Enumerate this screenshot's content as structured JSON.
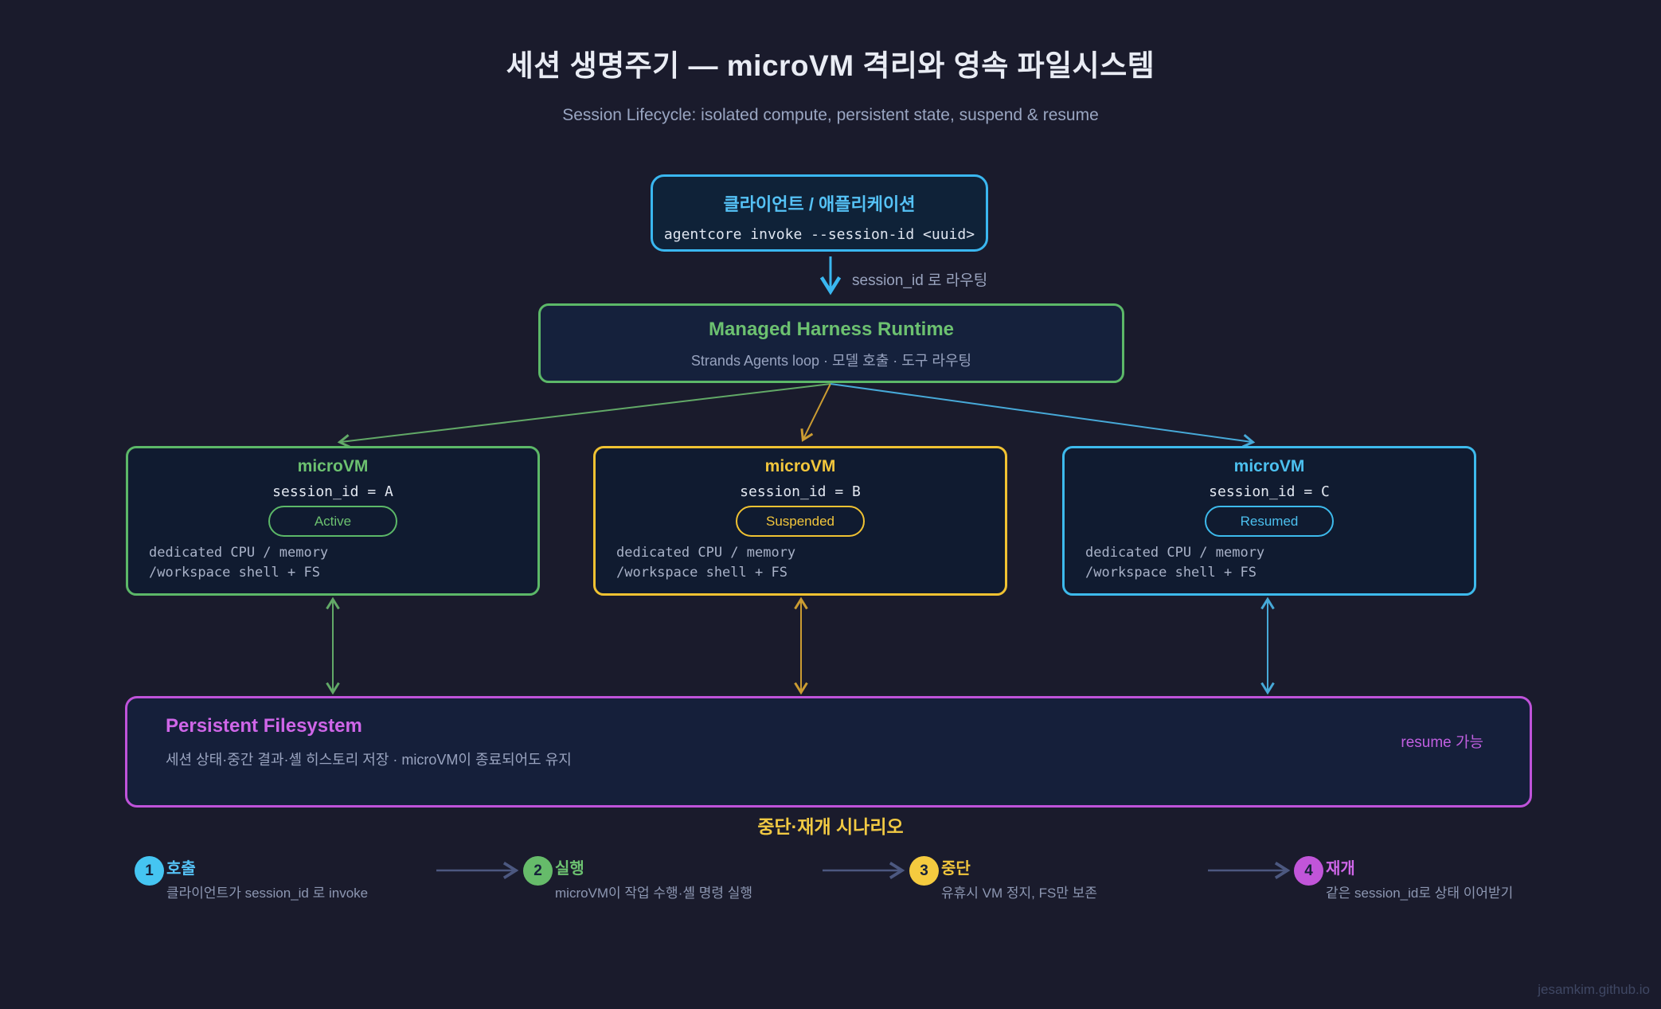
{
  "title": "세션 생명주기 — microVM 격리와 영속 파일시스템",
  "subtitle": "Session Lifecycle: isolated compute, persistent state, suspend & resume",
  "client_box": {
    "title": "클라이언트 / 애플리케이션",
    "command": "agentcore invoke --session-id <uuid>"
  },
  "routing_arrow_label": "session_id 로 라우팅",
  "harness_box": {
    "title": "Managed Harness Runtime",
    "subtitle": "Strands Agents loop · 모델 호출 · 도구 라우팅"
  },
  "microvms": [
    {
      "title": "microVM",
      "session": "session_id = A",
      "status": "Active",
      "body_line1": "dedicated CPU / memory",
      "body_line2": "/workspace shell + FS",
      "accent_color": "#5cb868"
    },
    {
      "title": "microVM",
      "session": "session_id = B",
      "status": "Suspended",
      "body_line1": "dedicated CPU / memory",
      "body_line2": "/workspace shell + FS",
      "accent_color": "#f0c232"
    },
    {
      "title": "microVM",
      "session": "session_id = C",
      "status": "Resumed",
      "body_line1": "dedicated CPU / memory",
      "body_line2": "/workspace shell + FS",
      "accent_color": "#3dbaec"
    }
  ],
  "filesystem_box": {
    "title": "Persistent Filesystem",
    "subtitle": "세션 상태·중간 결과·셸 히스토리 저장 · microVM이 종료되어도 유지",
    "note": "resume 가능",
    "accent_color": "#bf53da"
  },
  "scenario": {
    "title": "중단·재개 시나리오",
    "steps": [
      {
        "num": "1",
        "label": "호출",
        "desc": "클라이언트가 session_id 로 invoke",
        "accent_color": "#45c5f2"
      },
      {
        "num": "2",
        "label": "실행",
        "desc": "microVM이 작업 수행·셸 명령 실행",
        "accent_color": "#66bb6a"
      },
      {
        "num": "3",
        "label": "중단",
        "desc": "유휴시 VM 정지, FS만 보존",
        "accent_color": "#f5cb3f"
      },
      {
        "num": "4",
        "label": "재개",
        "desc": "같은 session_id로 상태 이어받기",
        "accent_color": "#c155d9"
      }
    ]
  },
  "watermark": "jesamkim.github.io",
  "colors": {
    "background": "#1a1b2c",
    "box_fill": "#121d33",
    "cyan": "#3ab7f0",
    "green": "#5cb868",
    "yellow": "#f0c232",
    "magenta": "#bf53da",
    "text_primary": "#e9ecf4",
    "text_muted": "#99a3be",
    "step_arrow": "#4c5880"
  }
}
